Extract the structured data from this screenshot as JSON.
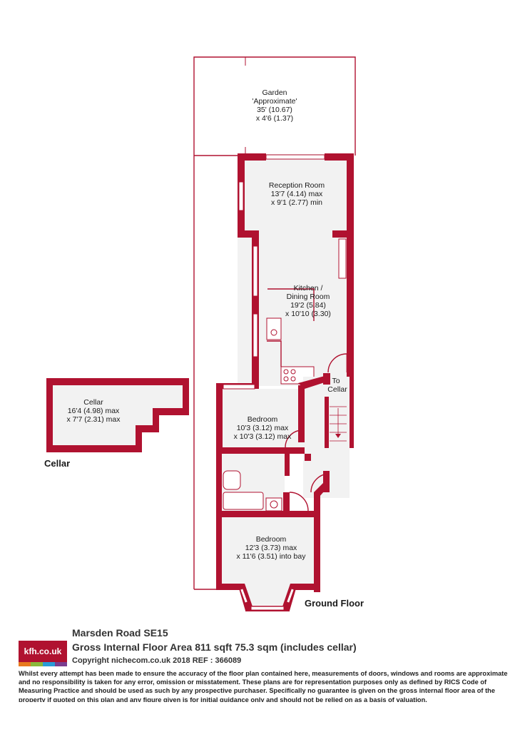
{
  "rooms": {
    "garden": {
      "name": "Garden",
      "note": "'Approximate'",
      "dim1": "35' (10.67)",
      "dim2": "x 4'6 (1.37)"
    },
    "reception": {
      "name": "Reception Room",
      "dim1": "13'7 (4.14) max",
      "dim2": "x 9'1 (2.77) min"
    },
    "kitchen": {
      "name1": "Kitchen /",
      "name2": "Dining Room",
      "dim1": "19'2 (5.84)",
      "dim2": "x 10'10 (3.30)"
    },
    "cellar": {
      "name": "Cellar",
      "dim1": "16'4 (4.98) max",
      "dim2": "x 7'7 (2.31) max"
    },
    "bedroom1": {
      "name": "Bedroom",
      "dim1": "10'3 (3.12) max",
      "dim2": "x 10'3 (3.12) max"
    },
    "bedroom2": {
      "name": "Bedroom",
      "dim1": "12'3 (3.73) max",
      "dim2": "x 11'6 (3.51) into bay"
    },
    "to_cellar": {
      "line1": "To",
      "line2": "Cellar"
    }
  },
  "floors": {
    "cellar": "Cellar",
    "ground": "Ground Floor"
  },
  "footer": {
    "logo_text": "kfh.co.uk",
    "address": "Marsden Road  SE15",
    "area": "Gross Internal Floor Area 811 sqft 75.3 sqm (includes cellar)",
    "copyright": "Copyright nichecom.co.uk 2018 REF : 366089",
    "disclaimer": "Whilst every attempt has been made to ensure the accuracy of the floor plan contained here, measurements of doors, windows and rooms are approximate and no responsibility is taken for any error, omission or misstatement.  These plans are for representation purposes only as defined by RICS Code of Measuring Practice and should be used as such by any prospective purchaser.  Specifically no guarantee is given on the gross internal floor area of the property if quoted on this plan and any figure given is for initial guidance only and should not be relied on as a basis of valuation."
  },
  "colors": {
    "wall": "#b01230",
    "floor": "#f2f2f2",
    "logo_bar": [
      "#e87a1e",
      "#8bb83a",
      "#2a9bd6",
      "#7a3d8f"
    ]
  }
}
